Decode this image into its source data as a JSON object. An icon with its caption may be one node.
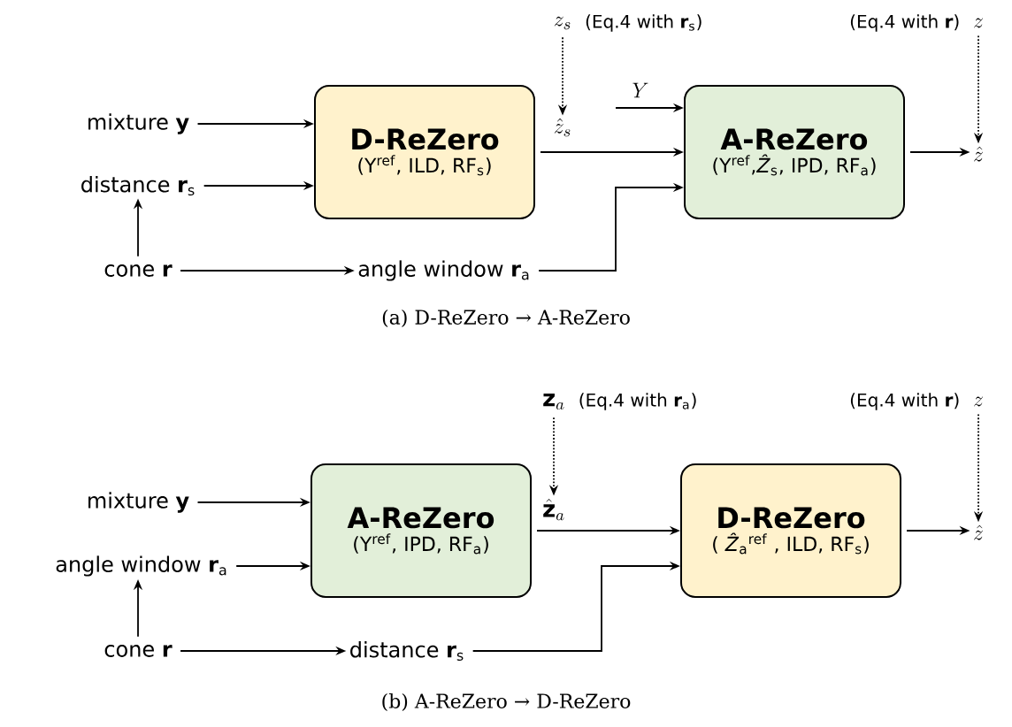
{
  "diagram": {
    "nodes": [
      {
        "text": [
          "mixture **y**"
        ]
      },
      {
        "text": [
          "distance **r**$_{s}$"
        ]
      },
      {
        "text": [
          "cone **r**"
        ]
      },
      {
        "text": [
          "angle window **r**$_{a}$"
        ]
      },
      {
        "text": [
          "D-ReZero",
          "(Y$^{ref}$, ILD, RF$_{s}$)"
        ]
      },
      {
        "text": [
          "z_s"
        ],
        "beside": [
          "(Eq.4 with **r**$_{s}$)"
        ]
      },
      {
        "text": [
          "\\hat{z}_s"
        ]
      },
      {
        "text": [
          "A-ReZero",
          "(Y$^{ref}$,*Ẑ*$_{s}$, IPD, RF$_{a}$)"
        ]
      },
      {
        "text": [
          "\\hat{z}"
        ]
      },
      {
        "text": [
          "z"
        ],
        "beside": [
          "(Eq.4 with **r**)"
        ]
      },
      {
        "text": [
          "mixture **y**"
        ]
      },
      {
        "text": [
          "angle window **r**$_{a}$"
        ]
      },
      {
        "text": [
          "cone **r**"
        ]
      },
      {
        "text": [
          "distance **r**$_{s}$"
        ]
      },
      {
        "text": [
          "A-ReZero",
          "(Y$^{ref}$, IPD, RF$_{a}$)"
        ]
      },
      {
        "text": [
          "\\mathbf{z}_a"
        ],
        "beside": [
          "(Eq.4 with **r**$_{a}$)"
        ]
      },
      {
        "text": [
          "\\hat{\\mathbf{z}}_a"
        ]
      },
      {
        "text": [
          "D-ReZero",
          "( *Ẑ*$_{a}$$^{ref}$ , ILD, RF$_{s}$)"
        ]
      },
      {
        "text": [
          "\\hat{z}"
        ]
      },
      {
        "text": [
          "z"
        ],
        "beside": [
          "(Eq.4 with **r**)"
        ]
      }
    ],
    "edges": [
      {
        "from": 0,
        "to": 4,
        "arrow": "to"
      },
      {
        "from": 1,
        "to": 4,
        "arrow": "to"
      },
      {
        "from": 2,
        "to": 1,
        "arrow": "to"
      },
      {
        "from": 2,
        "to": 3,
        "arrow": "to"
      },
      {
        "from": 3,
        "to": 7,
        "arrow": "to"
      },
      {
        "from": 4,
        "to": 7,
        "arrow": "to"
      },
      {
        "from": null,
        "to": 7,
        "arrow": "to",
        "label": "Y"
      },
      {
        "from": 5,
        "to": 6,
        "arrow": "to",
        "style": "dashed"
      },
      {
        "from": 7,
        "to": 8,
        "arrow": "to"
      },
      {
        "from": 9,
        "to": 8,
        "arrow": "to",
        "style": "dashed"
      },
      {
        "from": 10,
        "to": 14,
        "arrow": "to"
      },
      {
        "from": 11,
        "to": 14,
        "arrow": "to"
      },
      {
        "from": 12,
        "to": 11,
        "arrow": "to"
      },
      {
        "from": 12,
        "to": 13,
        "arrow": "to"
      },
      {
        "from": 13,
        "to": 17,
        "arrow": "to"
      },
      {
        "from": 14,
        "to": 17,
        "arrow": "to"
      },
      {
        "from": 15,
        "to": 16,
        "arrow": "to",
        "style": "dashed"
      },
      {
        "from": 17,
        "to": 18,
        "arrow": "to"
      },
      {
        "from": 19,
        "to": 18,
        "arrow": "to",
        "style": "dashed"
      }
    ],
    "labels": [
      "(a) D-ReZero → A-ReZero",
      "(b) A-ReZero → D-ReZero"
    ]
  }
}
